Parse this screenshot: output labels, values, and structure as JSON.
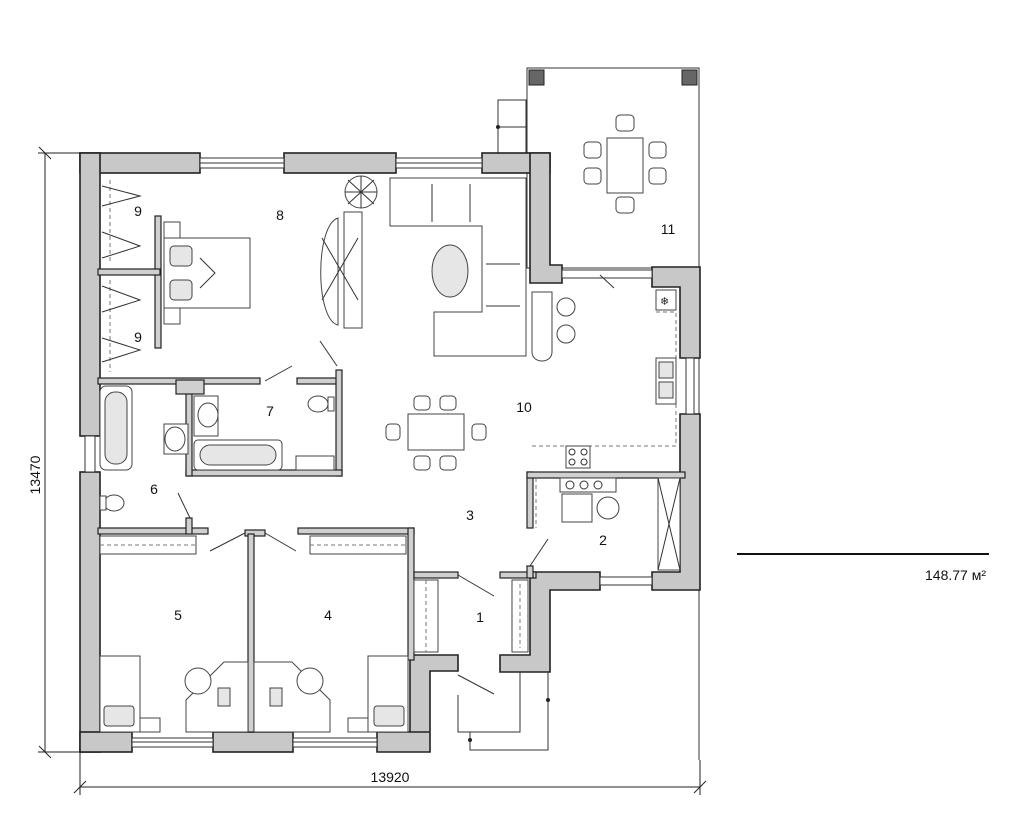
{
  "dimensions": {
    "height_label": "13470",
    "width_label": "13920"
  },
  "area": {
    "label": "148.77 м²"
  },
  "rooms": [
    {
      "number": "1"
    },
    {
      "number": "2"
    },
    {
      "number": "3"
    },
    {
      "number": "4"
    },
    {
      "number": "5"
    },
    {
      "number": "6"
    },
    {
      "number": "7"
    },
    {
      "number": "8"
    },
    {
      "number": "9"
    },
    {
      "number": "9"
    },
    {
      "number": "10"
    },
    {
      "number": "11"
    }
  ]
}
